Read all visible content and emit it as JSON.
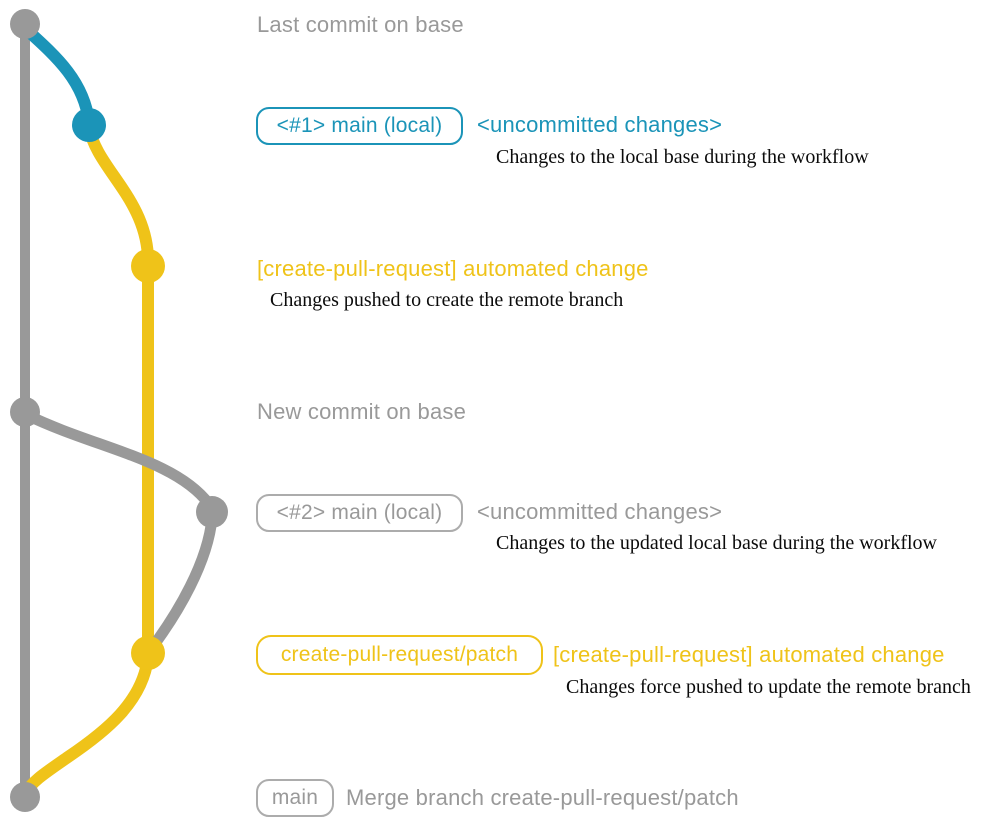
{
  "colors": {
    "gray": "#999999",
    "gray_border": "#ACACAC",
    "teal": "#1B94B8",
    "yellow": "#EFC319",
    "text_black": "#0B0B0B"
  },
  "rows": {
    "row1": {
      "label": "Last commit on base"
    },
    "row2": {
      "badge": "<#1> main (local)",
      "status": "<uncommitted changes>",
      "desc": "Changes to the local base during the workflow"
    },
    "row3": {
      "title": "[create-pull-request] automated change",
      "desc": "Changes pushed to create the remote branch"
    },
    "row4": {
      "label": "New commit on base"
    },
    "row5": {
      "badge": "<#2> main (local)",
      "status": "<uncommitted changes>",
      "desc": "Changes to the updated local base during the workflow"
    },
    "row6": {
      "badge": "create-pull-request/patch",
      "title": "[create-pull-request] automated change",
      "desc": "Changes force pushed to update the remote branch"
    },
    "row7": {
      "badge": "main",
      "desc": "Merge branch create-pull-request/patch"
    }
  },
  "graph": {
    "branches": [
      {
        "name": "main (base)",
        "color": "#999999"
      },
      {
        "name": "main (local, uncommitted)",
        "color": "#1B94B8"
      },
      {
        "name": "create-pull-request/patch",
        "color": "#EFC319"
      }
    ],
    "commits": [
      {
        "name": "last-commit-on-base",
        "color": "#999999"
      },
      {
        "name": "local-uncommitted-1",
        "color": "#1B94B8"
      },
      {
        "name": "automated-change-1",
        "color": "#EFC319"
      },
      {
        "name": "new-commit-on-base",
        "color": "#999999"
      },
      {
        "name": "local-uncommitted-2",
        "color": "#999999"
      },
      {
        "name": "automated-change-2-force-pushed",
        "color": "#EFC319"
      },
      {
        "name": "merge-commit",
        "color": "#999999"
      }
    ]
  }
}
